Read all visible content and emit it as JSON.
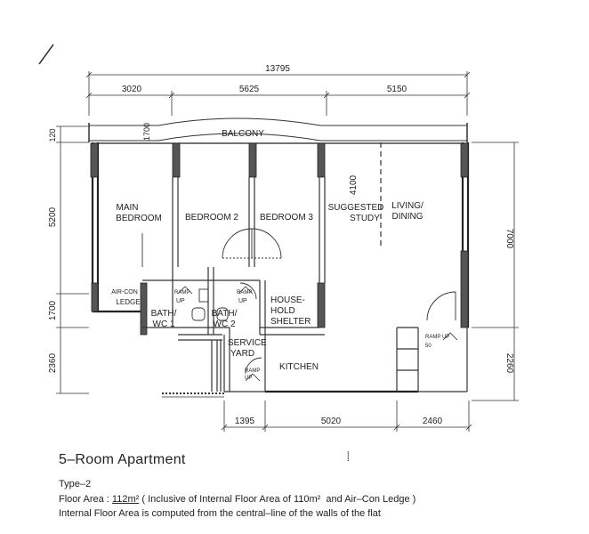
{
  "dimensions": {
    "overall_width": "13795",
    "top_segments": [
      "3020",
      "5625",
      "5150"
    ],
    "bottom_segments": [
      "1395",
      "5020",
      "2460"
    ],
    "left_heights": [
      "120",
      "5200",
      "1700",
      "2360"
    ],
    "balcony_depth": "1700",
    "study_depth": "4100",
    "right_heights": [
      "7000",
      "2260"
    ]
  },
  "rooms": {
    "balcony": "BALCONY",
    "main_bedroom": [
      "MAIN",
      "BEDROOM"
    ],
    "ledge": "LEDGE",
    "aircon": "AIR-CON",
    "bedroom2": "BEDROOM 2",
    "bedroom3": "BEDROOM 3",
    "suggested_study": [
      "SUGGESTED",
      "STUDY"
    ],
    "living_dining": [
      "LIVING/",
      "DINING"
    ],
    "bath1": [
      "BATH/",
      "WC 1"
    ],
    "bath2": [
      "BATH/",
      "WC 2"
    ],
    "household_shelter": [
      "HOUSE-",
      "HOLD",
      "SHELTER"
    ],
    "service_yard": [
      "SERVICE",
      "YARD"
    ],
    "kitchen": "KITCHEN",
    "ramp_up": [
      "RAMP",
      "UP"
    ],
    "ramp_up_entrance": "RAMP UP",
    "ramp_value": "50"
  },
  "caption": {
    "title": "5–Room Apartment",
    "type": "Type–2",
    "floor_area_prefix": "Floor Area :",
    "floor_area_value": "112m²",
    "floor_area_note": "( Inclusive of Internal Floor Area of 110m²  and Air–Con Ledge )",
    "internal_note": "Internal Floor Area is computed from the central–line of the walls of the flat"
  }
}
